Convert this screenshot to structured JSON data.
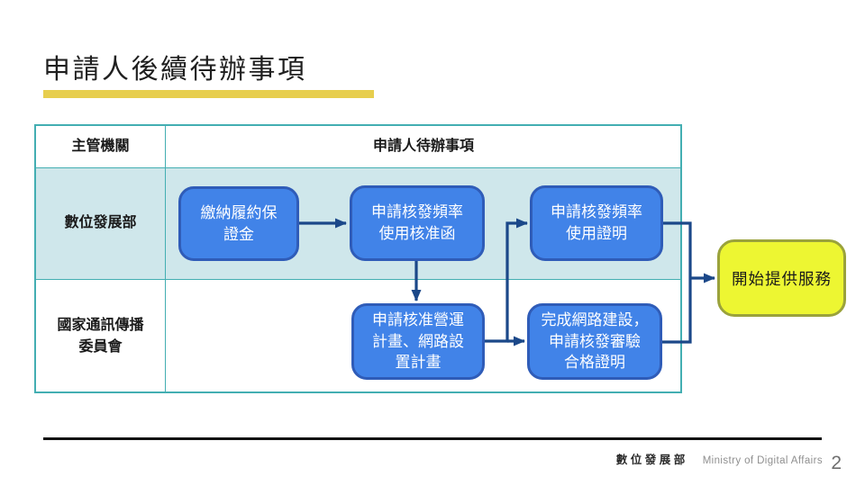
{
  "slide": {
    "title": "申請人後續待辦事項",
    "page_number": "2"
  },
  "table": {
    "header": {
      "authority": "主管機關",
      "tasks": "申請人待辦事項"
    },
    "rows": [
      {
        "agency": "數位發展部"
      },
      {
        "agency": "國家通訊傳播\n委員會"
      }
    ]
  },
  "flow": {
    "steps": [
      {
        "label": "繳納履約保\n證金"
      },
      {
        "label": "申請核發頻率\n使用核准函"
      },
      {
        "label": "申請核發頻率\n使用證明"
      },
      {
        "label": "申請核准營運\n計畫、網路設\n置計畫"
      },
      {
        "label": "完成網路建設，\n申請核發審驗\n合格證明"
      }
    ],
    "end": {
      "label": "開始提供服務"
    }
  },
  "footer": {
    "org_zh": "數位發展部",
    "org_en": "Ministry of Digital Affairs"
  },
  "colors": {
    "accent_gold": "#e7ce4e",
    "table_border": "#43aeb2",
    "row_highlight": "#cfe7eb",
    "step_fill": "#4183e8",
    "step_border": "#2f5cb8",
    "arrow": "#1b4889",
    "end_fill": "#edf632",
    "end_border": "#9aa23b"
  }
}
